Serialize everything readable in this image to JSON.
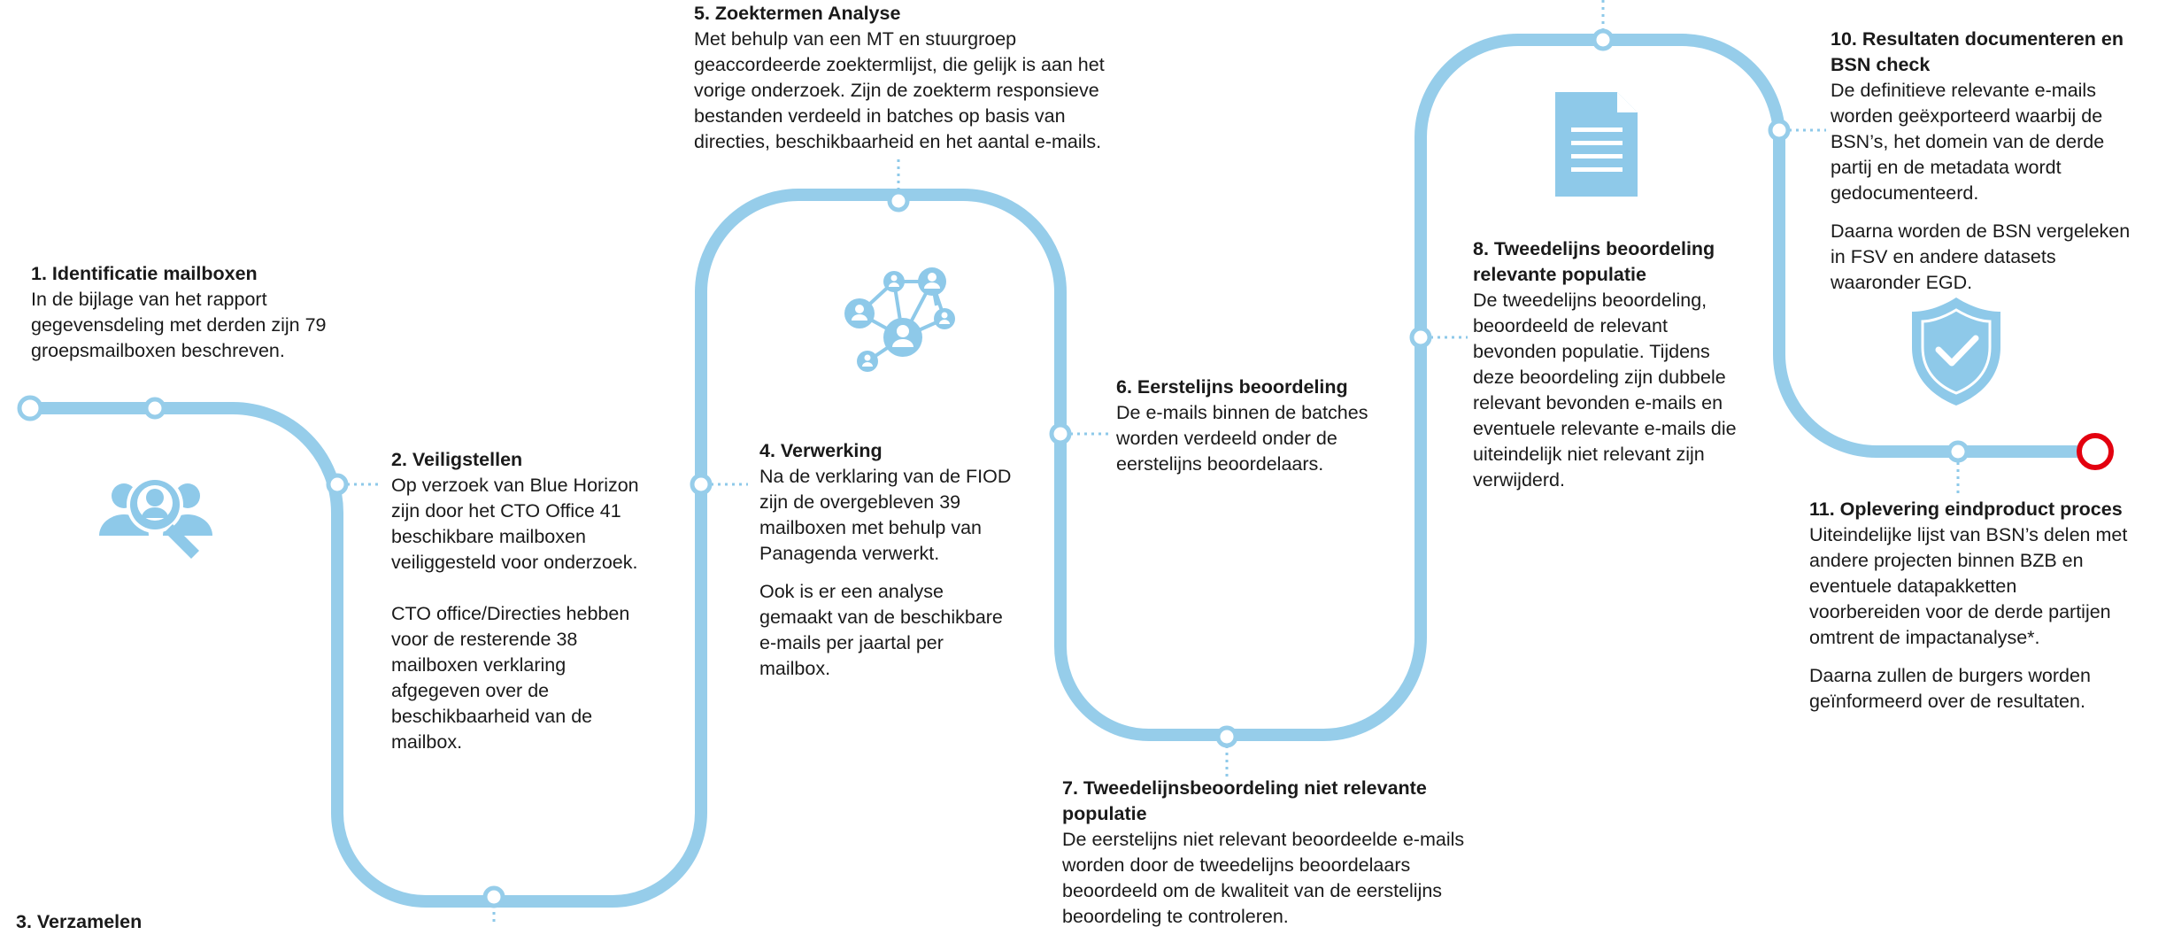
{
  "colors": {
    "track": "#96cdea",
    "icon": "#8ec9e9",
    "end_marker": "#e3000f",
    "text": "#1a1a1a"
  },
  "steps": {
    "s1": {
      "title": "1. Identificatie mailboxen",
      "p1": "In de bijlage van het rapport gegevensdeling met derden zijn 79 groepsmailboxen beschreven."
    },
    "s2": {
      "title": "2. Veiligstellen",
      "p1": "Op verzoek van Blue Horizon zijn door het CTO Office 41 beschikbare mailboxen veiliggesteld voor onderzoek.",
      "p2": "CTO office/Directies hebben voor de resterende 38 mailboxen verklaring afgegeven over de beschikbaarheid van de mailbox."
    },
    "s3": {
      "title": "3. Verzamelen"
    },
    "s4": {
      "title": "4. Verwerking",
      "p1": "Na de verklaring van de FIOD zijn de overgebleven 39 mailboxen met behulp van Panagenda verwerkt.",
      "p2": "Ook is er een analyse gemaakt van de beschikbare e-mails per jaartal per mailbox."
    },
    "s5": {
      "title": "5. Zoektermen Analyse",
      "p1": "Met behulp van een MT en stuurgroep geaccordeerde zoektermlijst, die gelijk is aan het vorige onderzoek. Zijn de zoekterm responsieve bestanden verdeeld in batches op basis van directies, beschikbaarheid en het aantal e-mails."
    },
    "s6": {
      "title": "6. Eerstelijns beoordeling",
      "p1": "De e-mails binnen de batches worden verdeeld onder de eerstelijns beoordelaars."
    },
    "s7": {
      "title": "7. Tweedelijnsbeoordeling niet relevante populatie",
      "p1": "De eerstelijns niet relevant beoordeelde e-mails worden door de tweedelijns beoordelaars beoordeeld om de kwaliteit van de eerstelijns beoordeling te controleren."
    },
    "s8": {
      "title": "8. Tweedelijns beoordeling relevante populatie",
      "p1": "De tweedelijns beoordeling, beoordeeld de relevant bevonden populatie. Tijdens deze beoordeling zijn dubbele relevant bevonden e-mails en eventuele relevante e-mails die uiteindelijk niet relevant zijn verwijderd."
    },
    "s10": {
      "title": "10. Resultaten documenteren en BSN check",
      "p1": "De definitieve relevante e-mails worden geëxporteerd waarbij de BSN’s, het domein van de derde partij en de metadata wordt gedocumenteerd.",
      "p2": "Daarna worden de BSN vergeleken in FSV en andere datasets waaronder EGD."
    },
    "s11": {
      "title": "11. Oplevering eindproduct proces",
      "p1": "Uiteindelijke lijst van BSN’s delen met andere projecten binnen BZB en eventuele datapakketten voorbereiden voor de derde partijen omtrent de impactanalyse*.",
      "p2": "Daarna zullen de burgers worden geïnformeerd over de resultaten."
    }
  },
  "icons": [
    "users-search-icon",
    "network-icon",
    "document-icon",
    "shield-check-icon"
  ]
}
